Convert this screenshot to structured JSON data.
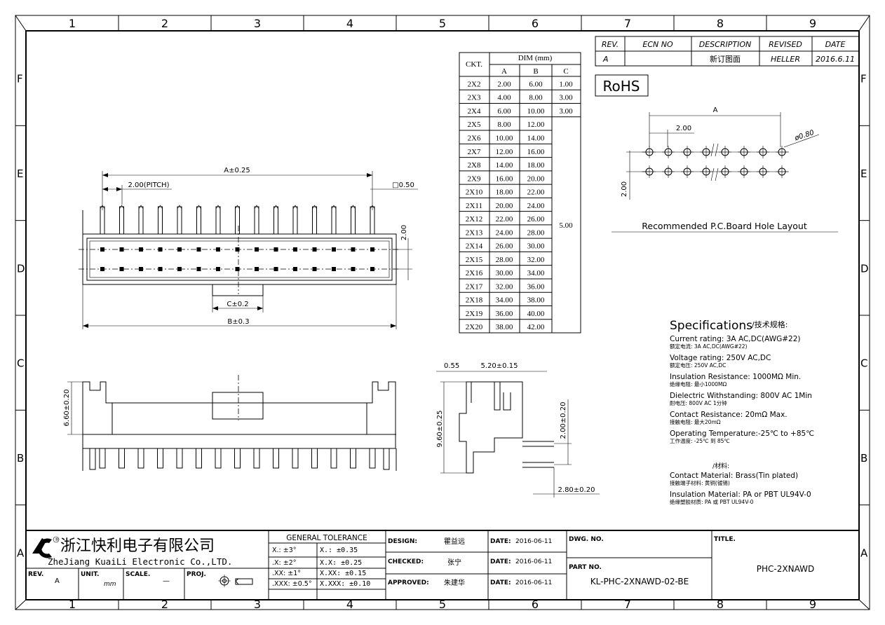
{
  "grid": {
    "cols": [
      "1",
      "2",
      "3",
      "4",
      "5",
      "6",
      "7",
      "8",
      "9"
    ],
    "rows": [
      "F",
      "E",
      "D",
      "C",
      "B",
      "A"
    ]
  },
  "revision_table": {
    "headers": [
      "REV.",
      "ECN NO",
      "DESCRIPTION",
      "REVISED",
      "DATE"
    ],
    "row": [
      "A",
      "",
      "新订图面",
      "HELLER",
      "2016.6.11"
    ]
  },
  "rohs": "RoHS",
  "dim_table": {
    "ckt_header": "CKT.",
    "dim_header": "DIM (mm)",
    "col_headers": [
      "A",
      "B",
      "C"
    ],
    "rows": [
      [
        "2X2",
        "2.00",
        "6.00",
        "1.00"
      ],
      [
        "2X3",
        "4.00",
        "8.00",
        "3.00"
      ],
      [
        "2X4",
        "6.00",
        "10.00",
        "3.00"
      ],
      [
        "2X5",
        "8.00",
        "12.00",
        ""
      ],
      [
        "2X6",
        "10.00",
        "14.00",
        ""
      ],
      [
        "2X7",
        "12.00",
        "16.00",
        ""
      ],
      [
        "2X8",
        "14.00",
        "18.00",
        ""
      ],
      [
        "2X9",
        "16.00",
        "20.00",
        ""
      ],
      [
        "2X10",
        "18.00",
        "22.00",
        ""
      ],
      [
        "2X11",
        "20.00",
        "24.00",
        ""
      ],
      [
        "2X12",
        "22.00",
        "26.00",
        ""
      ],
      [
        "2X13",
        "24.00",
        "28.00",
        ""
      ],
      [
        "2X14",
        "26.00",
        "30.00",
        ""
      ],
      [
        "2X15",
        "28.00",
        "32.00",
        ""
      ],
      [
        "2X16",
        "30.00",
        "34.00",
        ""
      ],
      [
        "2X17",
        "32.00",
        "36.00",
        ""
      ],
      [
        "2X18",
        "34.00",
        "38.00",
        ""
      ],
      [
        "2X19",
        "36.00",
        "40.00",
        ""
      ],
      [
        "2X20",
        "38.00",
        "42.00",
        ""
      ]
    ],
    "c_merged": "5.00"
  },
  "top_view": {
    "a_dim": "A±0.25",
    "pitch": "2.00(PITCH)",
    "pin_size": "□0.50",
    "row_pitch": "2.00",
    "c_dim": "C±0.2",
    "b_dim": "B±0.3"
  },
  "front_view": {
    "height": "6.60±0.20"
  },
  "side_view": {
    "d1": "0.55",
    "d2": "5.20±0.15",
    "h": "9.60±0.25",
    "pitch": "2.00±0.20",
    "tail": "2.80±0.20"
  },
  "pcb": {
    "a": "A",
    "pitch_h": "2.00",
    "pitch_v": "2.00",
    "hole": "ø0.80",
    "caption": "Recommended P.C.Board Hole Layout"
  },
  "specs": {
    "title": "Specifications",
    "title_cn": "/技术规格:",
    "items": [
      {
        "en": "Current rating: 3A AC,DC(AWG#22)",
        "cn": "额定电流: 3A AC,DC(AWG#22)"
      },
      {
        "en": "Voltage rating: 250V AC,DC",
        "cn": "额定电压: 250V AC,DC"
      },
      {
        "en": "Insulation Resistance: 1000MΩ Min.",
        "cn": "绝缘电阻: 最小1000MΩ"
      },
      {
        "en": "Dielectric Withstanding: 800V AC 1Min",
        "cn": "耐电压: 800V AC 1分钟"
      },
      {
        "en": "Contact Resistance: 20mΩ Max.",
        "cn": "接触电阻: 最大20mΩ"
      },
      {
        "en": "Operating Temperature:-25℃ to +85℃",
        "cn": "工作温度: -25℃ 到 85℃"
      }
    ],
    "material_title": "/材料:",
    "materials": [
      {
        "en": "Contact Material: Brass(Tin plated)",
        "cn": "接触端子材料: 黄铜(镀锡)"
      },
      {
        "en": "Insulation Material: PA or PBT UL94V-0",
        "cn": "绝缘塑胶材质: PA 或 PBT UL94V-0"
      }
    ]
  },
  "title_block": {
    "company_cn": "浙江快利电子有限公司",
    "company_en": "ZheJiang KuaiLi Electronic Co.,LTD.",
    "rev_label": "REV.",
    "rev": "A",
    "unit_label": "UNIT.",
    "unit": "mm",
    "scale_label": "SCALE.",
    "scale": "—",
    "proj_label": "PROJ.",
    "tolerance_title": "GENERAL TOLERANCE",
    "tolerances": [
      [
        "X.: ±3°",
        "X.:    ±0.35"
      ],
      [
        ".X: ±2°",
        "X.X:   ±0.25"
      ],
      [
        ".XX: ±1°",
        "X.XX:  ±0.15"
      ],
      [
        ".XXX: ±0.5°",
        "X.XXX: ±0.10"
      ]
    ],
    "design_label": "DESIGN:",
    "design": "瞿益远",
    "checked_label": "CHECKED:",
    "checked": "张宁",
    "approved_label": "APPROVED:",
    "approved": "朱建华",
    "date_label": "DATE:",
    "dates": [
      "2016-06-11",
      "2016-06-11",
      "2016-06-11"
    ],
    "dwg_label": "DWG. NO.",
    "part_label": "PART NO.",
    "part": "KL-PHC-2XNAWD-02-BE",
    "title_label": "TITLE.",
    "title": "PHC-2XNAWD"
  }
}
